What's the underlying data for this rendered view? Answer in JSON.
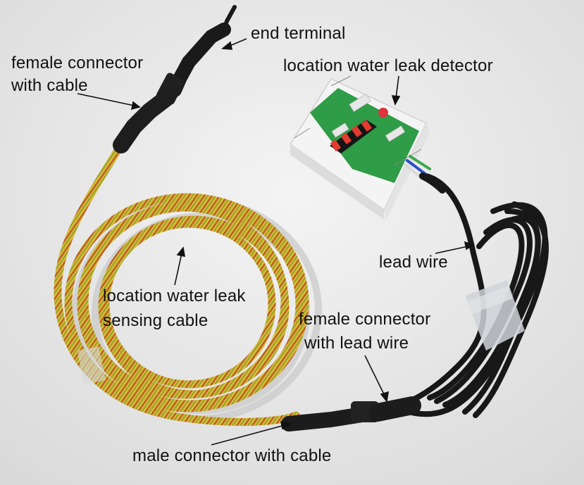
{
  "labels": {
    "end_terminal": "end terminal",
    "female_connector_with_cable": [
      "female connector",
      "with cable"
    ],
    "location_water_leak_detector": "location water leak detector",
    "lead_wire": "lead wire",
    "location_water_leak_sensing_cable": [
      "location water leak",
      "sensing cable"
    ],
    "female_connector_with_lead_wire": [
      "female connector",
      "with lead wire"
    ],
    "male_connector_with_cable": "male connector with cable"
  },
  "colors": {
    "background": "#ececec",
    "sensing_cable": "#d8b832",
    "sensing_cable_stripe": "#b5582b",
    "lead_wire": "#181818",
    "detector_body": "#f2f2f2",
    "detector_board": "#2f9c47",
    "display_digits": "#e23b2f",
    "indicator_led": "#e0333d",
    "tape": "#cfd3d8",
    "text": "#111111"
  }
}
